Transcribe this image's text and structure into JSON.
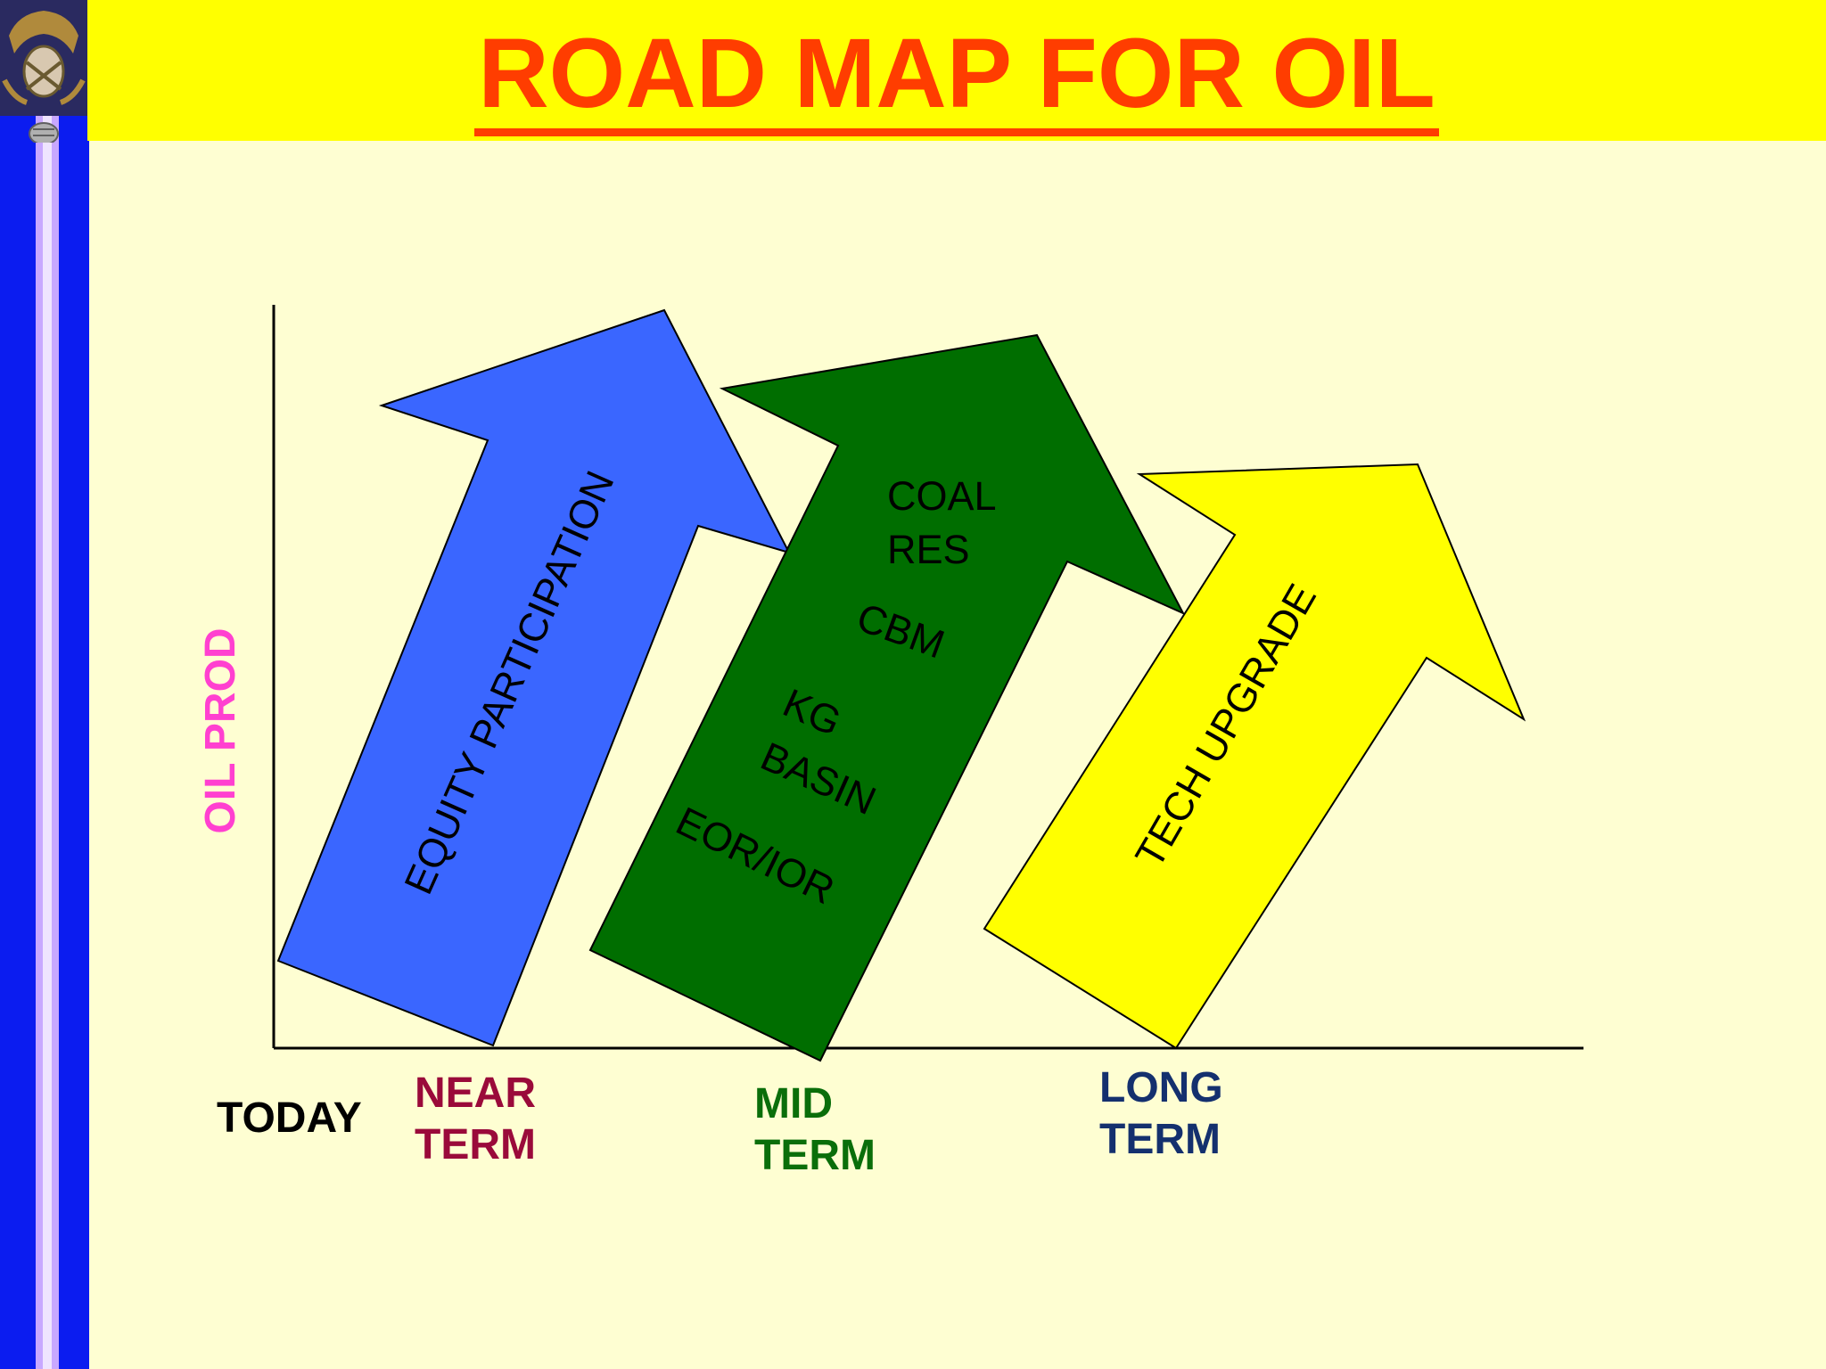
{
  "title": "ROAD MAP FOR OIL",
  "axis": {
    "y_label": "OIL PROD",
    "x_labels": {
      "today": "TODAY",
      "near_term": [
        "NEAR",
        "TERM"
      ],
      "mid_term": [
        "MID",
        "TERM"
      ],
      "long_term": [
        "LONG",
        "TERM"
      ]
    }
  },
  "arrows": {
    "blue": {
      "label": "EQUITY PARTICIPATION",
      "color": "#3a66ff"
    },
    "green": {
      "labels": [
        "COAL",
        "RES",
        "CBM",
        "KG",
        "BASIN",
        "EOR/IOR"
      ],
      "color": "#006e00"
    },
    "yellow": {
      "label": "TECH UPGRADE",
      "color": "#ffff00"
    }
  },
  "colors": {
    "title": "#ff3d00",
    "title_band": "#ffff00",
    "background": "#fefed2",
    "side_bar": "#0b1cf0",
    "y_label": "#ff40d0",
    "today": "#000000",
    "near_term": "#9a0a3a",
    "mid_term": "#0a6e0a",
    "long_term": "#14306e"
  }
}
